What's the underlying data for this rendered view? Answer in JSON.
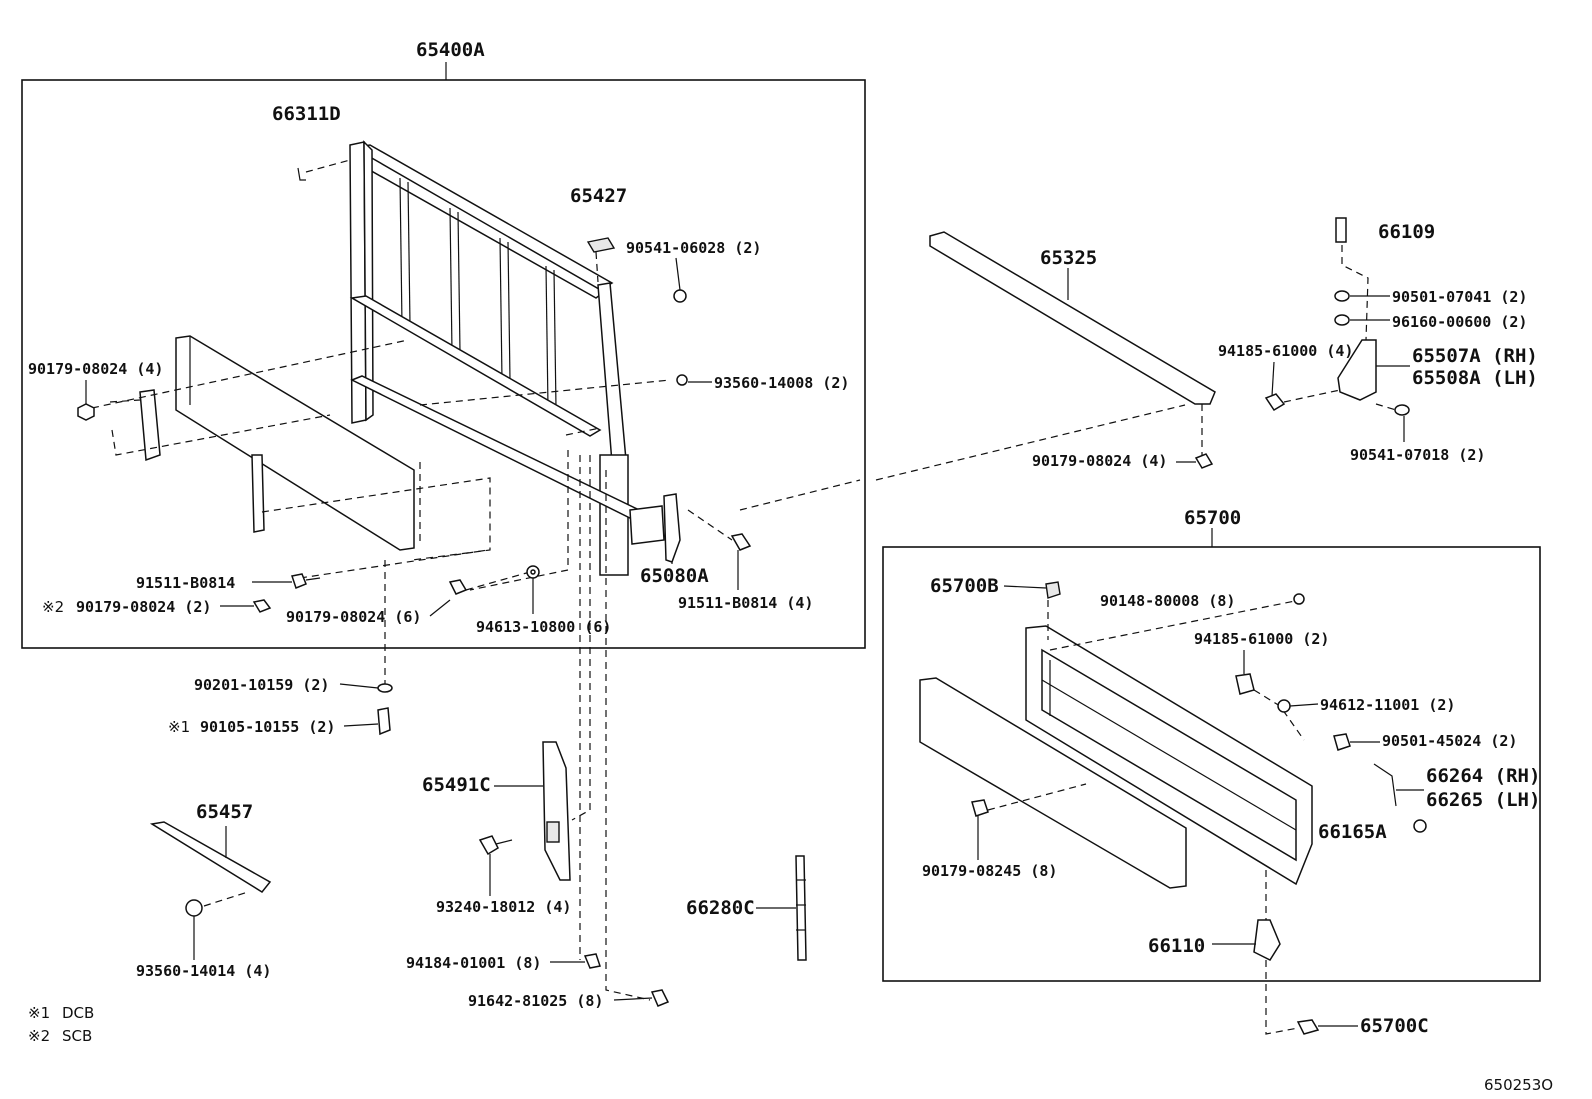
{
  "diagram_id": "650253O",
  "notes": [
    {
      "mark": "※1",
      "text": "DCB"
    },
    {
      "mark": "※2",
      "text": "SCB"
    }
  ],
  "assemblies": {
    "rear_frame": "65400A",
    "tail_gate": "65700"
  },
  "parts": {
    "p66311D": "66311D",
    "p65427": "65427",
    "p90541_06028": "90541-06028 (2)",
    "p90179_08024_a": "90179-08024 (4)",
    "p93560_14008": "93560-14008 (2)",
    "p91511_B0814_a": "91511-B0814",
    "p90179_08024_b": "90179-08024 (2)",
    "p90179_08024_c": "90179-08024 (6)",
    "p94613_10800": "94613-10800 (6)",
    "p65080A": "65080A",
    "p91511_B0814_b": "91511-B0814 (4)",
    "p90201_10159": "90201-10159 (2)",
    "p90105_10155": "90105-10155 (2)",
    "p65491C": "65491C",
    "p93240_18012": "93240-18012 (4)",
    "p65457": "65457",
    "p93560_14014": "93560-14014 (4)",
    "p94184_01001": "94184-01001 (8)",
    "p91642_81025": "91642-81025 (8)",
    "p66280C": "66280C",
    "p65325": "65325",
    "p90179_08024_d": "90179-08024 (4)",
    "p66109": "66109",
    "p90501_07041": "90501-07041 (2)",
    "p96160_00600": "96160-00600 (2)",
    "p94185_61000_a": "94185-61000 (4)",
    "p65507A": "65507A (RH)",
    "p65508A": "65508A (LH)",
    "p90541_07018": "90541-07018 (2)",
    "p65700B": "65700B",
    "p90148_80008": "90148-80008 (8)",
    "p94185_61000_b": "94185-61000 (2)",
    "p94612_11001": "94612-11001 (2)",
    "p90501_45024": "90501-45024 (2)",
    "p66264": "66264 (RH)",
    "p66265": "66265 (LH)",
    "p66165A": "66165A",
    "p90179_08245": "90179-08245 (8)",
    "p66110": "66110",
    "p65700C": "65700C"
  }
}
